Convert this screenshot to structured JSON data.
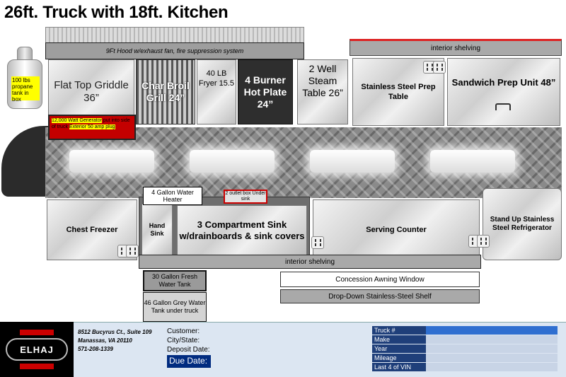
{
  "title": "26ft. Truck with 18ft. Kitchen",
  "hood": {
    "label": "9Ft Hood w/exhaust fan, fire suppression system"
  },
  "shelving": {
    "top": "interior shelving",
    "bottom": "interior shelving"
  },
  "propane": {
    "label": "100 lbs propane tank in box"
  },
  "equipment": {
    "griddle": "Flat Top Griddle 36”",
    "charbroil": "Char Broil Grill 24”",
    "fryer": "40 LB Fryer 15.5",
    "hotplate": "4 Burner Hot Plate 24”",
    "steam": "2 Well Steam Table 26”",
    "prep": "Stainless Steel Prep Table",
    "sandwich": "Sandwich Prep Unit 48”"
  },
  "generator": {
    "part1": "12,000 Watt Generator",
    "part2": " put into side of truck ",
    "part3": "Exterior 50 amp plug"
  },
  "lower": {
    "freezer": "Chest Freezer",
    "heater": "4 Gallon Water Heater",
    "outlet_box": "2 outlet box Under sink",
    "handsink": "Hand Sink",
    "compsink": "3 Compartment Sink w/drainboards & sink covers",
    "serving": "Serving Counter",
    "fridge": "Stand Up Stainless Steel Refrigerator"
  },
  "tanks": {
    "fresh": "30 Gallon Fresh Water Tank",
    "grey": "46 Gallon Grey Water Tank under truck"
  },
  "window": {
    "awning": "Concession Awning Window",
    "shelf": "Drop-Down Stainless-Steel Shelf"
  },
  "footer": {
    "logo": "ELHAJ",
    "address_line1": "8512 Bucyrus Ct., Suite 109",
    "address_line2": "Manassas, VA 20110",
    "phone": "571-208-1339",
    "customer_label": "Customer:",
    "city_label": "City/State:",
    "deposit_label": "Deposit Date:",
    "due_label": "Due Date:",
    "info_rows": [
      "Truck #",
      "Make",
      "Year",
      "Mileage",
      "Last 4 of VIN"
    ]
  },
  "colors": {
    "accent_red": "#c40000",
    "highlight": "#ffff00",
    "footer_navy": "#1f3f7a"
  },
  "icons": [
    "power-outlet-icon",
    "sandwich-unit-handle-icon",
    "propane-tank-icon"
  ]
}
